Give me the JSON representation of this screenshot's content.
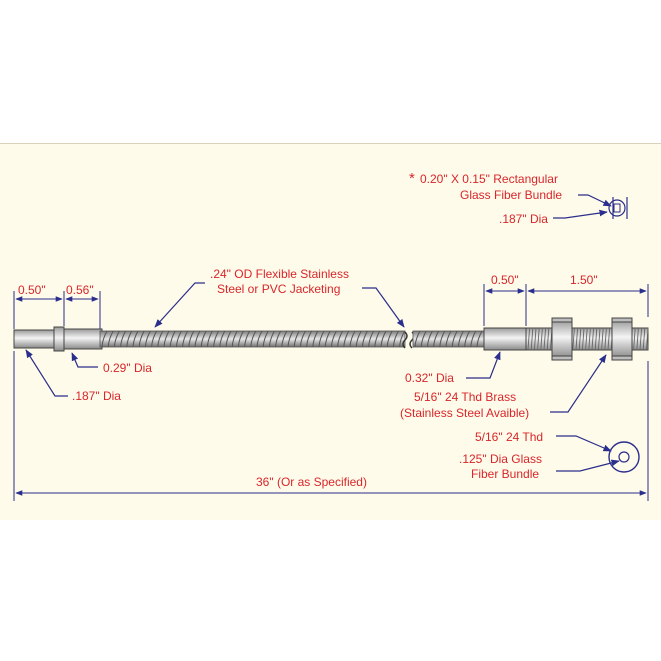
{
  "colors": {
    "panel_bg": "#fffbea",
    "label_text": "#d8262b",
    "dimension_line": "#2a2e8c",
    "metal_light": "#f2f2f2",
    "metal_dark": "#9a9a9a"
  },
  "labels": {
    "dim_left_a": "0.50\"",
    "dim_left_b": "0.56\"",
    "jacket_line1": ".24\" OD Flexible Stainless",
    "jacket_line2": "Steel or PVC Jacketing",
    "dim_right_a": "0.50\"",
    "dim_right_b": "1.50\"",
    "rect_marker": "*",
    "rect_line1": "0.20\" X 0.15\" Rectangular",
    "rect_line2": "Glass Fiber Bundle",
    "rect_dia": ".187\" Dia",
    "tip_dia": "0.29\" Dia",
    "ferrule_dia": ".187\" Dia",
    "right_dia": "0.32\" Dia",
    "thread_line1": "5/16\" 24 Thd Brass",
    "thread_line2": "(Stainless Steel Avaible)",
    "end_thread": "5/16\" 24 Thd",
    "end_bundle_line1": ".125\" Dia Glass",
    "end_bundle_line2": "Fiber Bundle",
    "overall_length": "36\" (Or as Specified)"
  }
}
